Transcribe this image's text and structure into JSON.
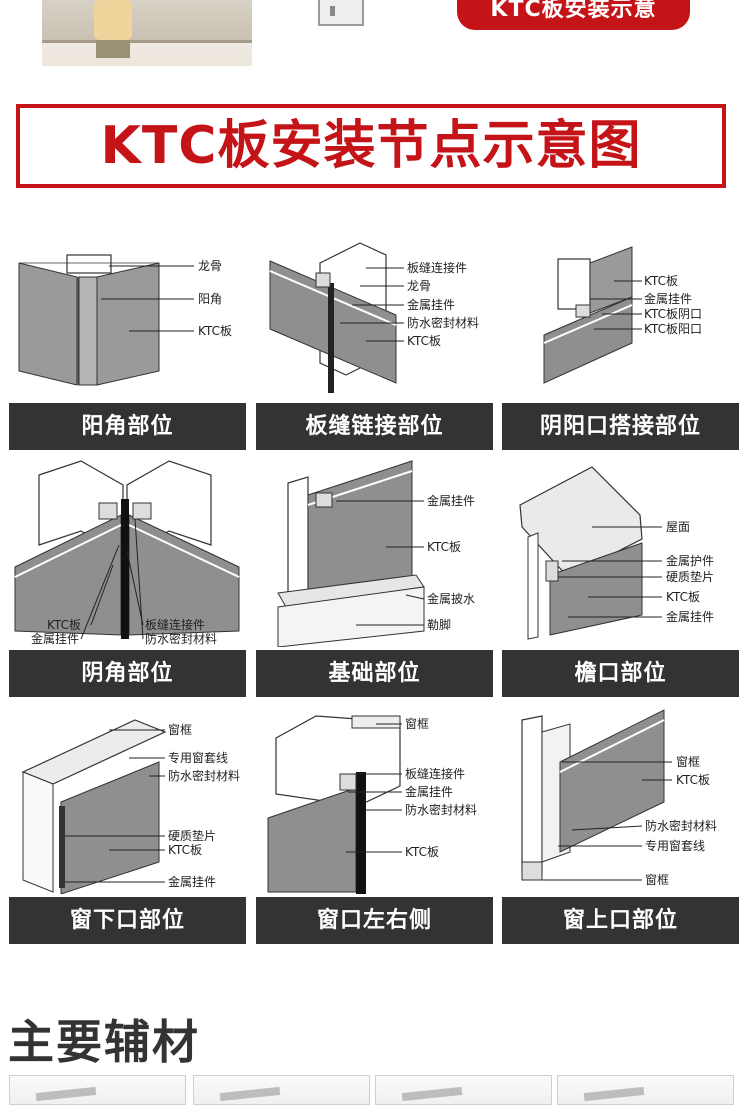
{
  "top": {
    "badge_text": "KTC板安装示意"
  },
  "title": "KTC板安装节点示意图",
  "nodes": [
    {
      "label": "阳角部位",
      "annotations": [
        "龙骨",
        "阳角",
        "KTC板"
      ]
    },
    {
      "label": "板缝链接部位",
      "annotations": [
        "板缝连接件",
        "龙骨",
        "金属挂件",
        "防水密封材料",
        "KTC板"
      ]
    },
    {
      "label": "阴阳口搭接部位",
      "annotations": [
        "KTC板",
        "金属挂件",
        "KTC板阴口",
        "KTC板阳口"
      ]
    },
    {
      "label": "阴角部位",
      "annotations": [
        "KTC板",
        "金属挂件",
        "板缝连接件",
        "防水密封材料"
      ]
    },
    {
      "label": "基础部位",
      "annotations": [
        "金属挂件",
        "KTC板",
        "金属披水",
        "勒脚"
      ]
    },
    {
      "label": "檐口部位",
      "annotations": [
        "屋面",
        "金属护件",
        "硬质垫片",
        "KTC板",
        "金属挂件"
      ]
    },
    {
      "label": "窗下口部位",
      "annotations": [
        "窗框",
        "专用窗套线",
        "防水密封材料",
        "硬质垫片",
        "KTC板",
        "金属挂件"
      ]
    },
    {
      "label": "窗口左右侧",
      "annotations": [
        "窗框",
        "板缝连接件",
        "金属挂件",
        "防水密封材料",
        "KTC板"
      ]
    },
    {
      "label": "窗上口部位",
      "annotations": [
        "窗框",
        "KTC板",
        "防水密封材料",
        "专用窗套线",
        "窗框"
      ]
    }
  ],
  "section_heading": "主要辅材",
  "colors": {
    "accent_red": "#c41418",
    "label_bar": "#333333",
    "panel_gray": "#8f8f8f"
  }
}
